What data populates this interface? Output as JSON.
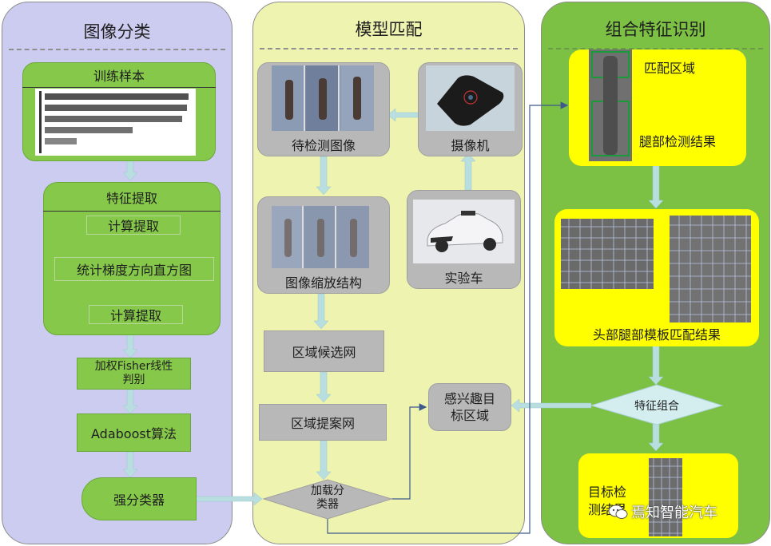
{
  "panels": {
    "classification": {
      "title": "图像分类",
      "training_samples": "训练样本",
      "feature_extraction": "特征提取",
      "compute_extract_1": "计算提取",
      "hog": "统计梯度方向直方图",
      "compute_extract_2": "计算提取",
      "fisher_line1": "加权Fisher线性",
      "fisher_line2": "判别",
      "adaboost": "Adaboost算法",
      "strong_classifier": "强分类器"
    },
    "matching": {
      "title": "模型匹配",
      "image_to_detect": "待检测图像",
      "camera": "摄像机",
      "scaled_structure": "图像缩放结构",
      "test_vehicle": "实验车",
      "region_proposal": "区域候选网",
      "region_extraction": "区域提案网",
      "load_classifier_line1": "加载分",
      "load_classifier_line2": "类器",
      "roi_line1": "感兴趣目",
      "roi_line2": "标区域"
    },
    "combined": {
      "title": "组合特征识别",
      "match_region": "匹配区域",
      "leg_detection_result": "腿部检测结果",
      "head_leg_template_result": "头部腿部模板匹配结果",
      "feature_combination": "特征组合",
      "target_detect_line1": "目标检",
      "target_detect_line2": "测结果"
    }
  },
  "watermark": "焉知智能汽车",
  "colors": {
    "panel_left": "#ccccf0",
    "panel_mid": "#eef3b0",
    "panel_right": "#7cc044",
    "box_green": "#86c94a",
    "box_grey": "#b8b8b8",
    "box_yellow": "#ffff00",
    "arrow": "#b8dee0",
    "diamond": "#d4eef0",
    "connector": "#3e5a8c"
  }
}
